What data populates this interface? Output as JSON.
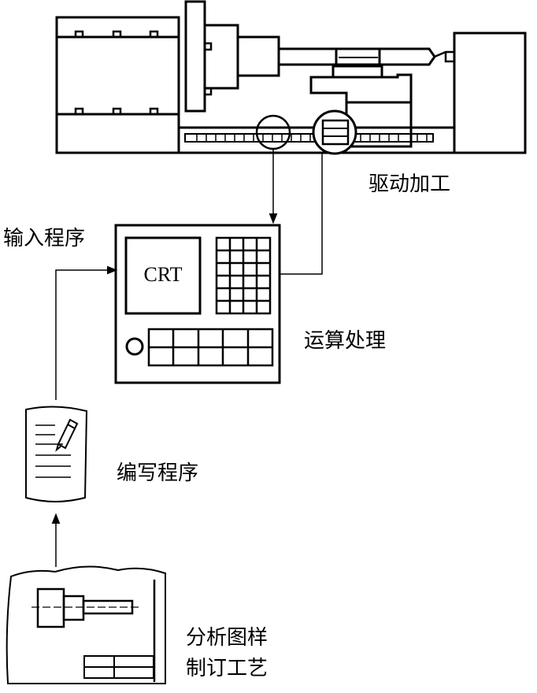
{
  "labels": {
    "drive_process": "驱动加工",
    "input_program": "输入程序",
    "compute": "运算处理",
    "write_program": "编写程序",
    "analyze_drawing": "分析图样",
    "make_process": "制订工艺"
  },
  "controller": {
    "screen_label": "CRT"
  }
}
